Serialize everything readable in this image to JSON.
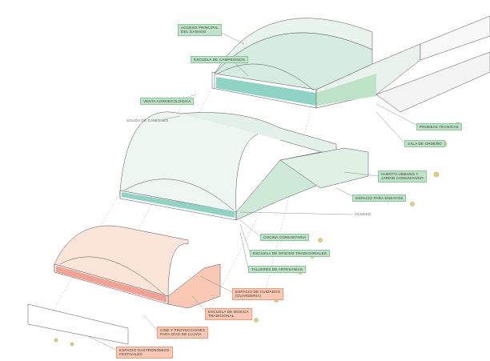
{
  "labels": {
    "acceso_principal": "ACCESO PRINCIPAL\nDEL GANADO",
    "escuela_campesinos": "ESCUELA DE CAMPESINOS",
    "venta_agroecologica": "VENTA AGROECOLÓGICA",
    "salida_camiones": "SALIDA DE CAMIONES",
    "pruebas_tecnicas": "PRUEBAS TÉCNICAS",
    "sala_ordeno": "SALA DE ORDEÑO",
    "huerto_urbano": "HUERTO URBANO Y\nJARDÍN COMUNITARIO",
    "espacio_ensayos": "ESPACIO PARA ENSAYOS",
    "acceso": "ACCESO",
    "cocina_comunitaria": "COCINA COMUNITARIA",
    "escuela_oficios": "ESCUELA DE OFICIOS TRADICIONALES",
    "talleres_artesanias": "TALLERES DE ARTESANÍAS",
    "espacio_cuidados": "ESPACIO DE CUIDADOS\n(GUARDERÍA)",
    "escuela_musica": "ESCUELA DE MÚSICA\nTRADICIONAL",
    "cine_proyecciones": "CINE Y PROYECCIONES\nPARA DÍAS DE LLUVIA",
    "espacio_gastronomico": "ESPACIO GASTRONÓMICO\nFESTIVALES"
  },
  "colors": {
    "green_fill": "#bfe3c6",
    "teal_floor": "#8fd3c4",
    "orange_fill": "#fbc9b3",
    "orange_red": "#e8543a",
    "line": "#555555"
  }
}
